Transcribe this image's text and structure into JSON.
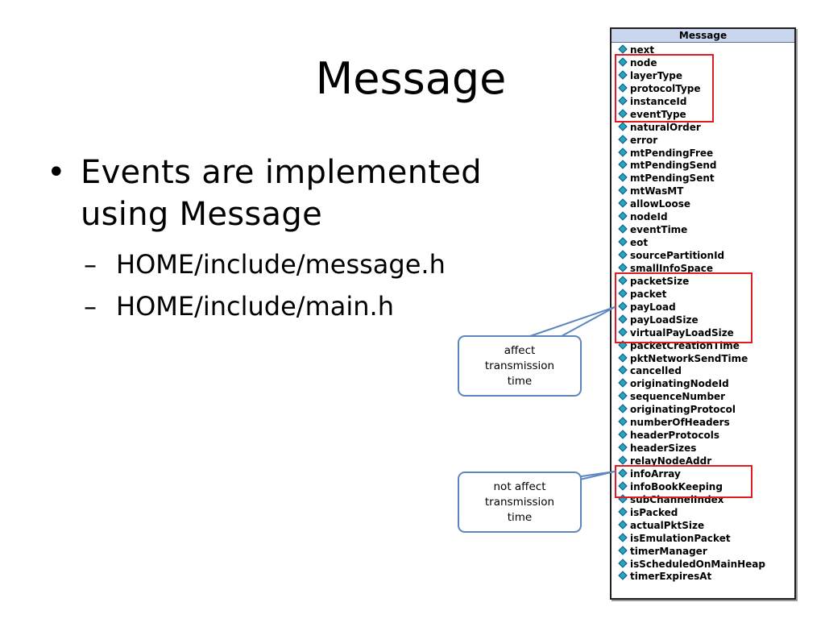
{
  "slide": {
    "title": "Message",
    "bullets": [
      {
        "marker": "•",
        "text": "Events are implemented using Message",
        "subitems": [
          {
            "marker": "–",
            "text": "HOME/include/message.h"
          },
          {
            "marker": "–",
            "text": "HOME/include/main.h"
          }
        ]
      }
    ]
  },
  "uml": {
    "class_name": "Message",
    "attributes": [
      "next",
      "node",
      "layerType",
      "protocolType",
      "instanceId",
      "eventType",
      "naturalOrder",
      "error",
      "mtPendingFree",
      "mtPendingSend",
      "mtPendingSent",
      "mtWasMT",
      "allowLoose",
      "nodeId",
      "eventTime",
      "eot",
      "sourcePartitionId",
      "smallInfoSpace",
      "packetSize",
      "packet",
      "payLoad",
      "payLoadSize",
      "virtualPayLoadSize",
      "packetCreationTime",
      "pktNetworkSendTime",
      "cancelled",
      "originatingNodeId",
      "sequenceNumber",
      "originatingProtocol",
      "numberOfHeaders",
      "headerProtocols",
      "headerSizes",
      "relayNodeAddr",
      "infoArray",
      "infoBookKeeping",
      "subChannelIndex",
      "isPacked",
      "actualPktSize",
      "isEmulationPacket",
      "timerManager",
      "isScheduledOnMainHeap",
      "timerExpiresAt"
    ]
  },
  "callouts": {
    "affect": "affect transmission time",
    "not_affect": "not affect transmission time"
  },
  "colors": {
    "highlight": "#e21b22",
    "callout_border": "#5b86c0",
    "attr_icon": "#2aa3c2",
    "uml_header": "#c9d6ee"
  }
}
